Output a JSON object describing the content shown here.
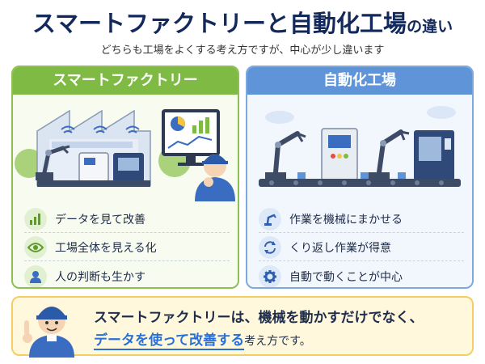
{
  "header": {
    "title_main": "スマートファクトリーと自動化工場",
    "title_suffix": "の違い",
    "subtitle": "どちらも工場をよくする考え方ですが、中心が少し違います"
  },
  "panels": {
    "smart": {
      "title": "スマートファクトリー",
      "features": [
        {
          "icon": "bar-chart-icon",
          "text": "データを見て改善"
        },
        {
          "icon": "eye-icon",
          "text": "工場全体を見える化"
        },
        {
          "icon": "person-icon",
          "text": "人の判断も生かす"
        }
      ]
    },
    "auto": {
      "title": "自動化工場",
      "features": [
        {
          "icon": "robot-arm-icon",
          "text": "作業を機械にまかせる"
        },
        {
          "icon": "repeat-icon",
          "text": "くり返し作業が得意"
        },
        {
          "icon": "gear-icon",
          "text": "自動で動くことが中心"
        }
      ]
    }
  },
  "summary": {
    "line1": "スマートファクトリーは、機械を動かすだけでなく、",
    "line2_highlight": "データを使って改善する",
    "line2_rest": "考え方です。"
  },
  "colors": {
    "title": "#13295c",
    "green": "#7fba45",
    "blue": "#5f94d8",
    "highlight": "#2a6fd6",
    "note_bg": "#fff8dc"
  }
}
